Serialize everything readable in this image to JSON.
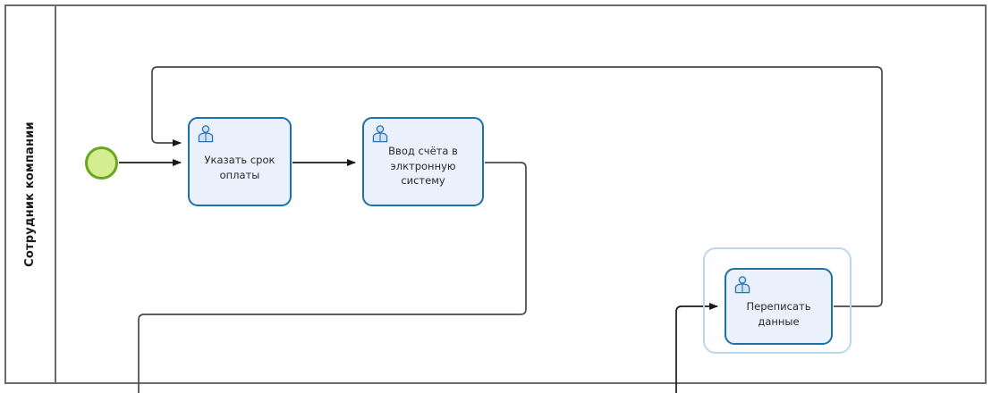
{
  "diagram": {
    "type": "bpmn-process",
    "pool": {
      "lanes": [
        {
          "label": "Сотрудник компании"
        }
      ]
    },
    "colors": {
      "task_border": "#1f6fa8",
      "task_fill": "#eaf0fc",
      "start_event_fill": "#d4ed91",
      "start_event_border": "#69a61c",
      "group_border": "#bcd9ec",
      "lane_border": "#6b6b6b",
      "connector": "#2b2b2b"
    },
    "nodes": [
      {
        "id": "start",
        "kind": "start-event",
        "label": ""
      },
      {
        "id": "task-1",
        "kind": "user-task",
        "label": "Указать срок оплаты",
        "icon": "user-icon"
      },
      {
        "id": "task-2",
        "kind": "user-task",
        "label": "Ввод счёта в элктронную систему",
        "icon": "user-icon"
      },
      {
        "id": "task-3",
        "kind": "user-task",
        "label": "Переписать данные",
        "icon": "user-icon"
      }
    ],
    "groups": [
      {
        "id": "group-1",
        "kind": "subprocess-group",
        "contains": "task-3",
        "label": ""
      }
    ],
    "flows": [
      {
        "id": "flow-start-task1",
        "from": "start",
        "to": "task-1"
      },
      {
        "id": "flow-task1-task2",
        "from": "task-1",
        "to": "task-2"
      },
      {
        "id": "flow-task2-down",
        "from": "task-2",
        "to": "offscreen-bottom"
      },
      {
        "id": "flow-in-task3",
        "from": "offscreen-bottom",
        "to": "task-3"
      },
      {
        "id": "flow-task3-loopback",
        "from": "task-3",
        "to": "task-1"
      }
    ]
  }
}
